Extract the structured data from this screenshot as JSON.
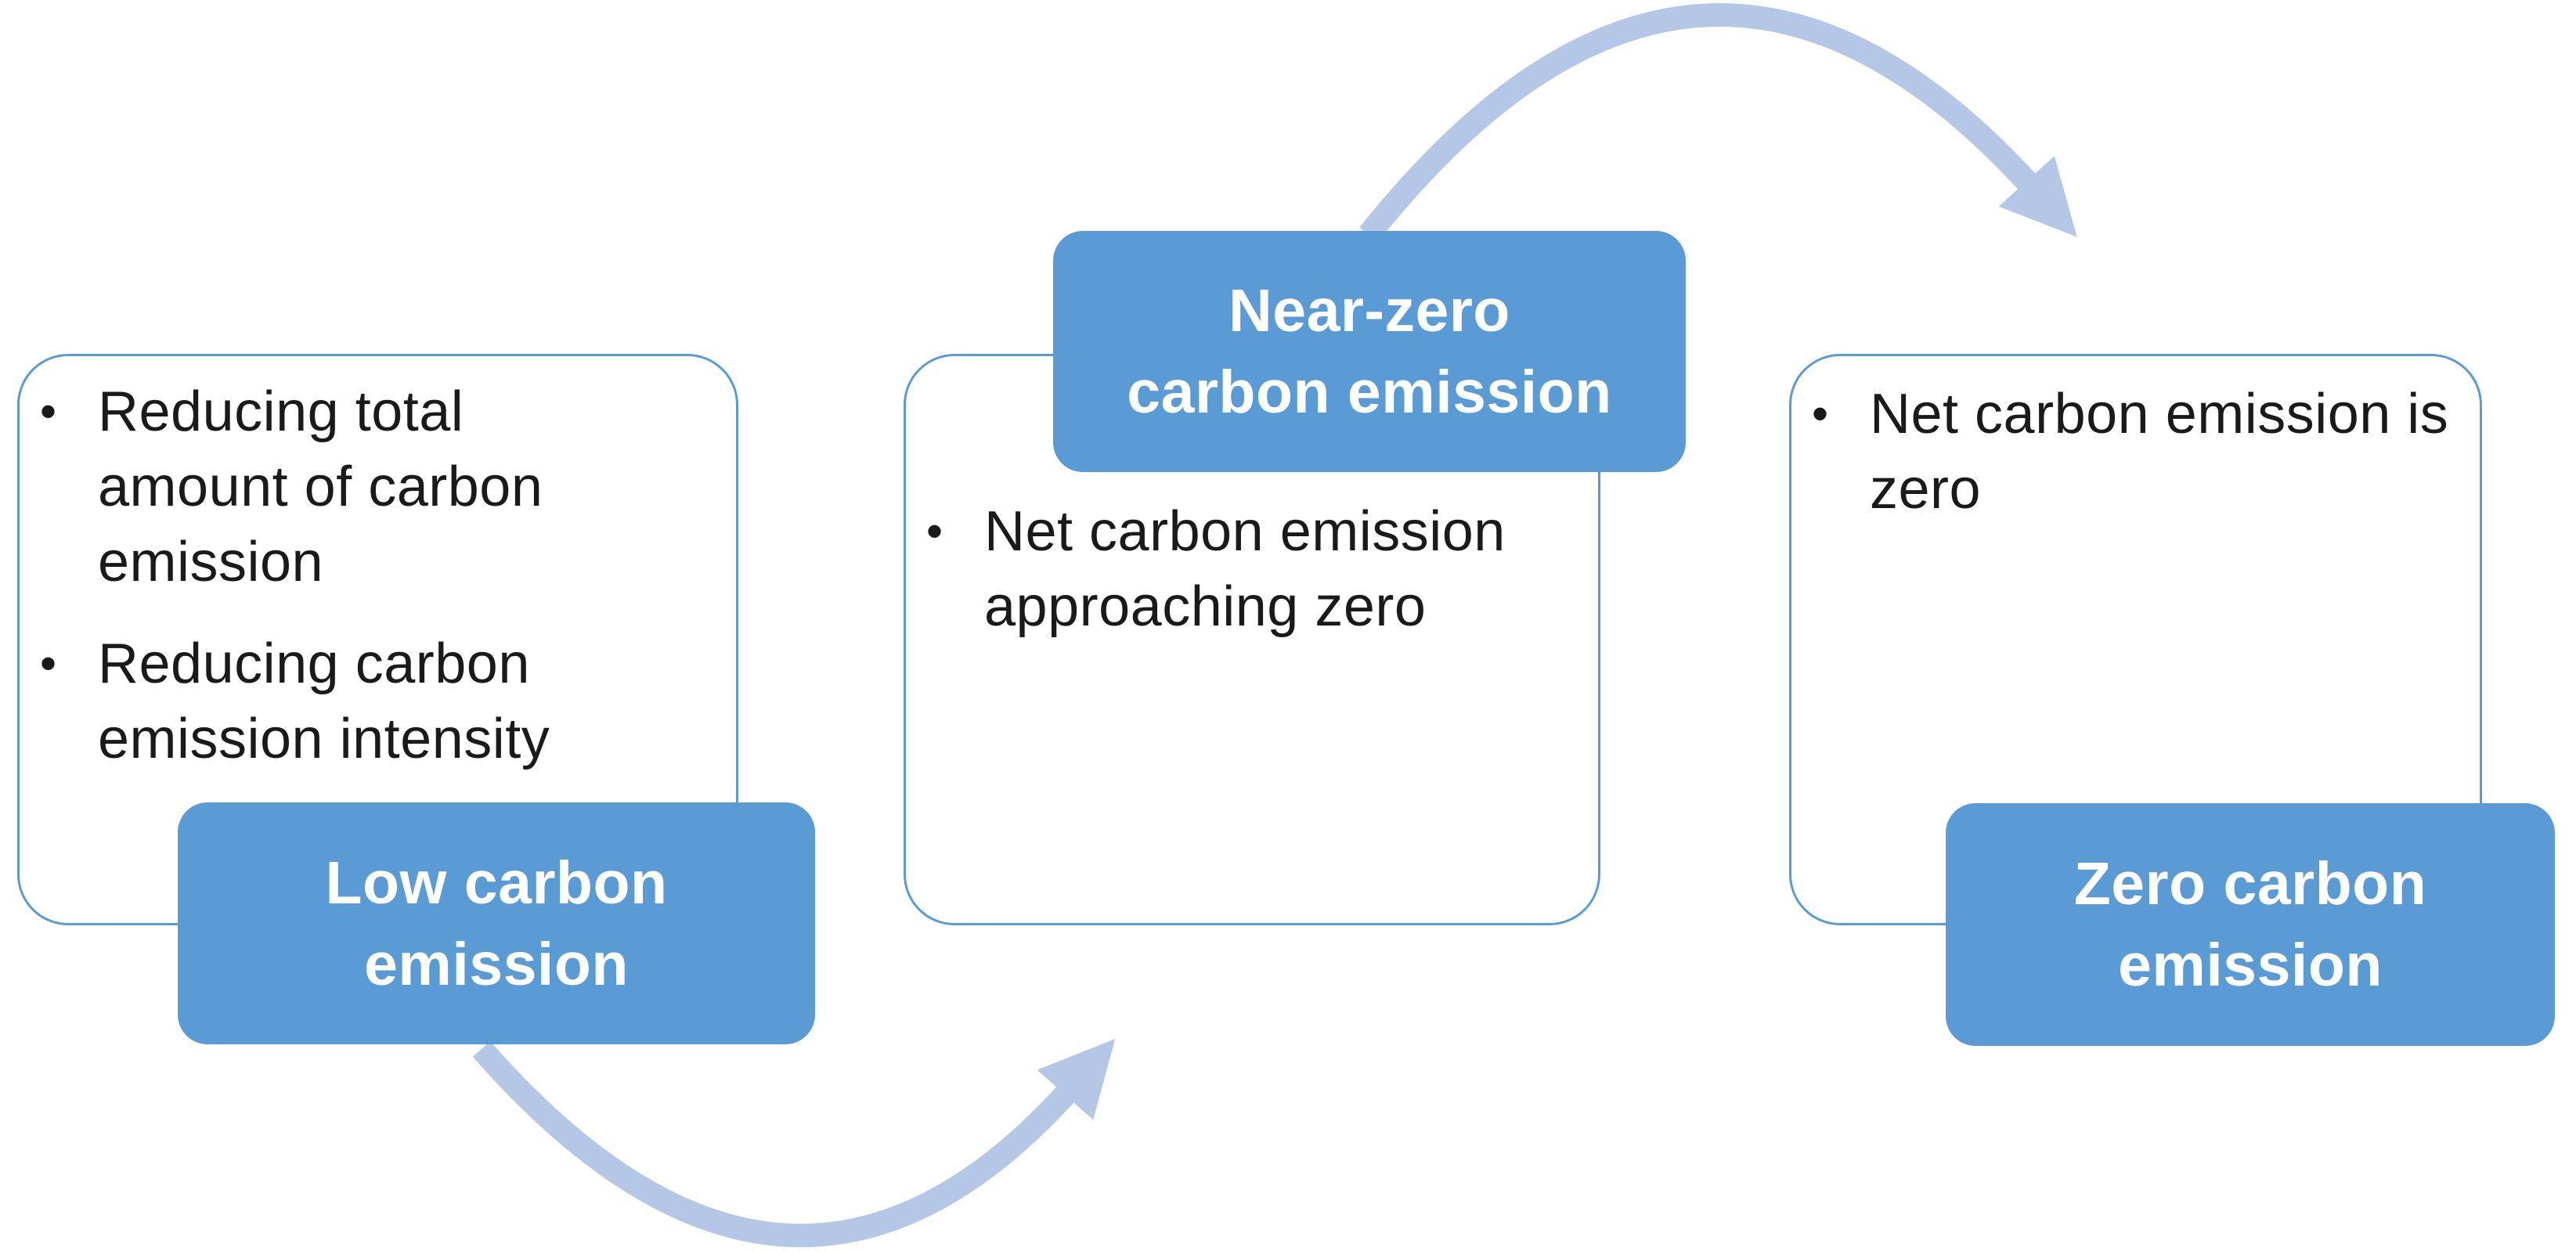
{
  "colors": {
    "accent": "#5b9bd5",
    "arrow": "#b4c7e7",
    "ink": "#1a1a1a",
    "paper": "#ffffff"
  },
  "bullet_char": "•",
  "stages": [
    {
      "title": "Low carbon\nemission",
      "bullets": [
        "Reducing total\namount of carbon\nemission",
        "Reducing carbon\nemission intensity"
      ]
    },
    {
      "title": "Near-zero\ncarbon emission",
      "bullets": [
        "Net carbon emission\napproaching zero"
      ]
    },
    {
      "title": "Zero carbon\nemission",
      "bullets": [
        "Net carbon emission is\nzero"
      ]
    }
  ]
}
